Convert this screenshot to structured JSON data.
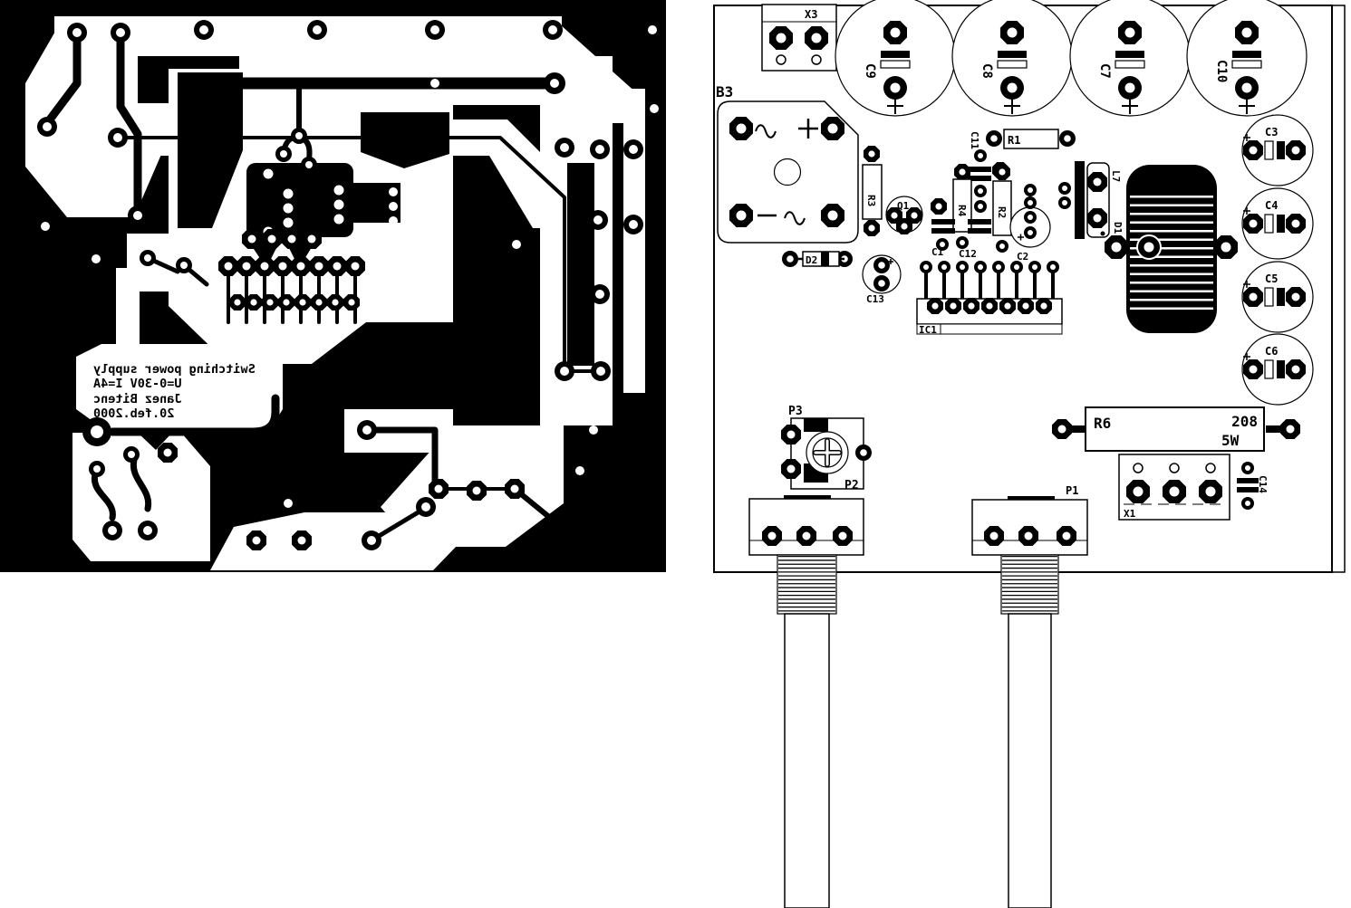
{
  "left_pcb": {
    "title_block": {
      "line1": "Switching power supply",
      "line2": "U=0-30V I=4A",
      "line3": "Janez Bitenc",
      "line4": "20.feb.2000"
    }
  },
  "right_board": {
    "connectors": {
      "x3": "X3",
      "x1": "X1"
    },
    "bridge": {
      "b3": "B3"
    },
    "capacitors": {
      "c1": "C1",
      "c2": "C2",
      "c3": "C3",
      "c4": "C4",
      "c5": "C5",
      "c6": "C6",
      "c7": "C7",
      "c8": "C8",
      "c9": "C9",
      "c10": "C10",
      "c11": "C11",
      "c12": "C12",
      "c13": "C13",
      "c14": "C14"
    },
    "resistors": {
      "r1": "R1",
      "r2": "R2",
      "r3": "R3",
      "r4": "R4",
      "r6_ref": "R6",
      "r6_value": "208",
      "r6_power": "5W"
    },
    "semiconductors": {
      "q1": "Q1",
      "d1": "D1",
      "d2": "D2",
      "ic1": "IC1",
      "l7": "L7"
    },
    "potentiometers": {
      "p1": "P1",
      "p2": "P2",
      "p3": "P3"
    }
  }
}
